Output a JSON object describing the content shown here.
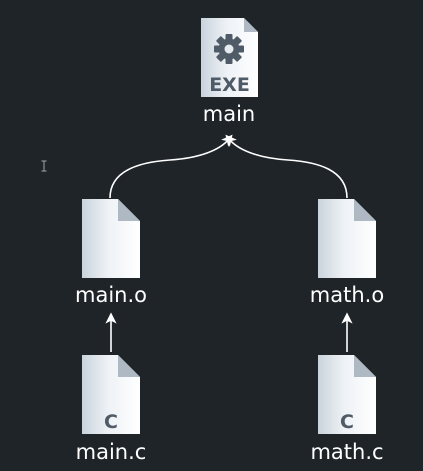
{
  "nodes": {
    "exe": {
      "label": "main",
      "badge": "EXE",
      "icon": "exe-file-gear-icon"
    },
    "obj_left": {
      "label": "main.o",
      "icon": "object-file-icon"
    },
    "obj_right": {
      "label": "math.o",
      "icon": "object-file-icon"
    },
    "src_left": {
      "label": "main.c",
      "badge": "C",
      "icon": "c-source-file-icon"
    },
    "src_right": {
      "label": "math.c",
      "badge": "C",
      "icon": "c-source-file-icon"
    }
  },
  "colors": {
    "background": "#1f2428",
    "file_light": "#f4f7fa",
    "file_shade": "#c7d1db",
    "badge_text": "#4f5b66",
    "arrow": "#ffffff",
    "label": "#ffffff"
  }
}
